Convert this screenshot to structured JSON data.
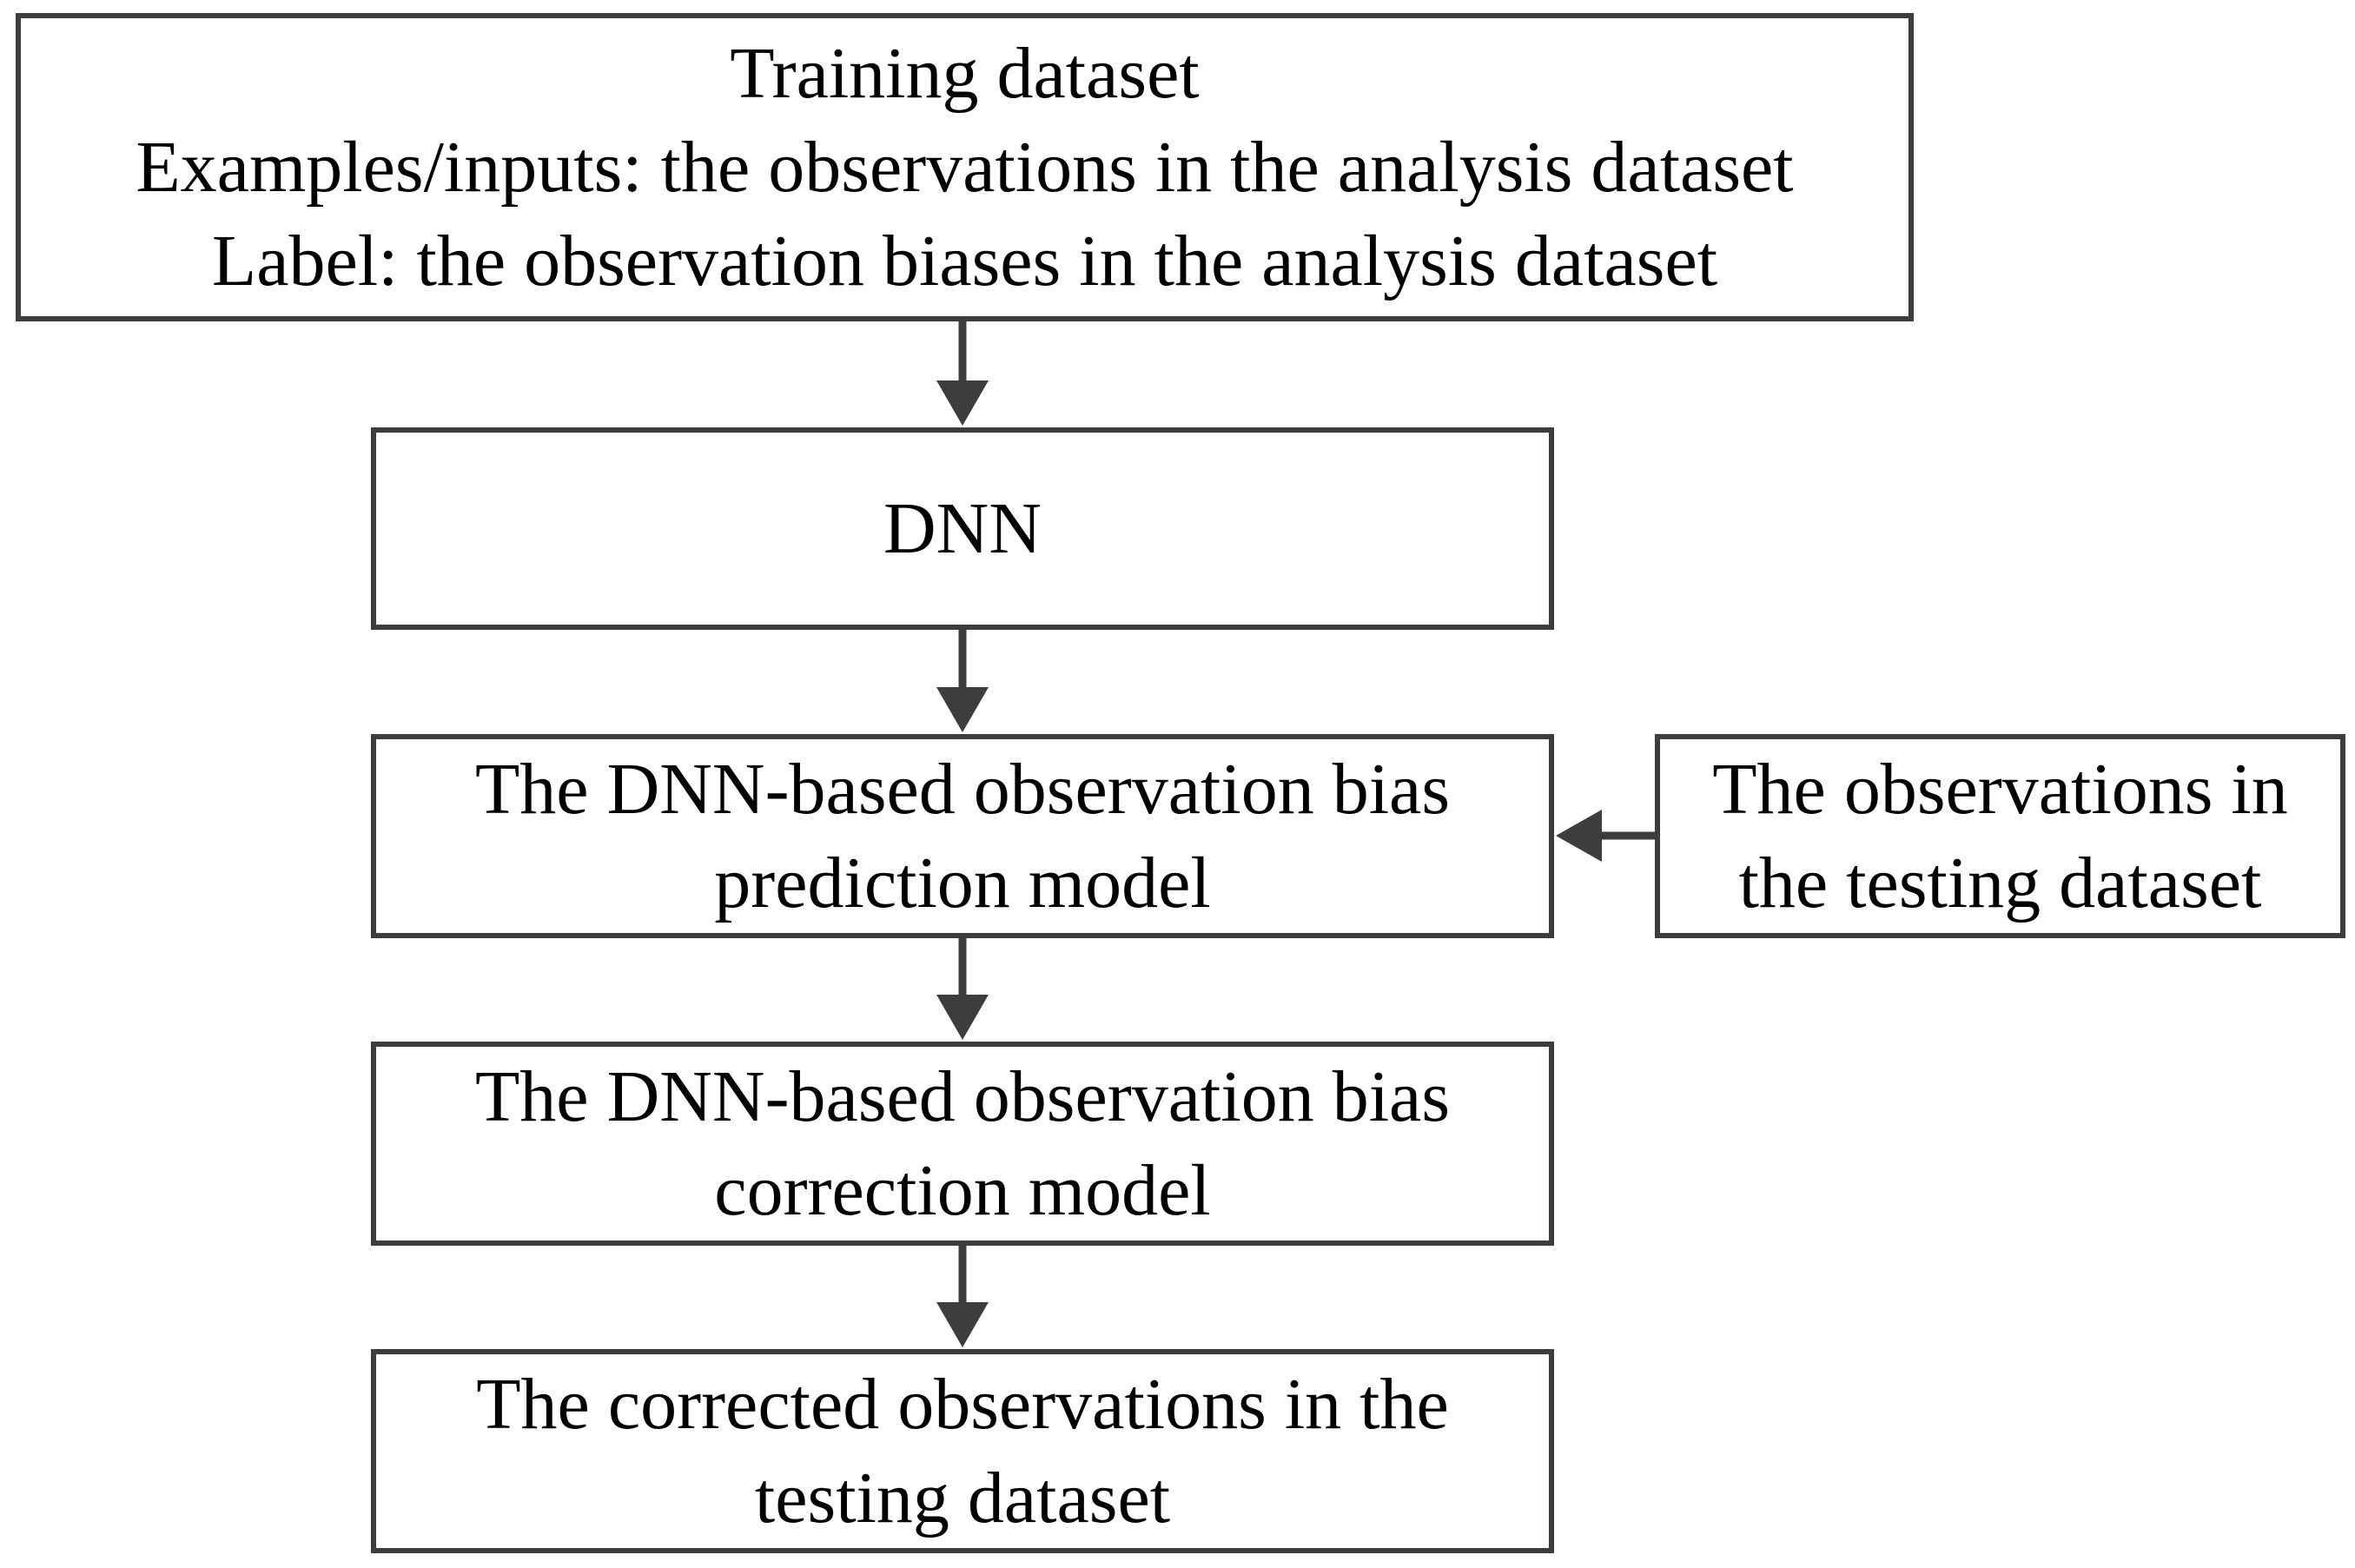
{
  "diagram": {
    "nodes": {
      "training": {
        "lines": [
          "Training dataset",
          "Examples/inputs: the observations in the analysis dataset",
          "Label: the observation biases in the analysis dataset"
        ]
      },
      "dnn": {
        "lines": [
          "DNN"
        ]
      },
      "prediction_model": {
        "lines": [
          "The DNN-based observation bias",
          "prediction model"
        ]
      },
      "testing_observations": {
        "lines": [
          "The observations in",
          "the testing dataset"
        ]
      },
      "correction_model": {
        "lines": [
          "The DNN-based observation bias",
          "correction model"
        ]
      },
      "corrected_output": {
        "lines": [
          "The corrected observations in the",
          "testing dataset"
        ]
      }
    },
    "edges": [
      {
        "from": "training",
        "to": "dnn"
      },
      {
        "from": "dnn",
        "to": "prediction_model"
      },
      {
        "from": "testing_observations",
        "to": "prediction_model"
      },
      {
        "from": "prediction_model",
        "to": "correction_model"
      },
      {
        "from": "correction_model",
        "to": "corrected_output"
      }
    ],
    "colors": {
      "border": "#3d3d3d",
      "arrow": "#3d3d3d",
      "text": "#000000",
      "background": "#ffffff"
    }
  }
}
